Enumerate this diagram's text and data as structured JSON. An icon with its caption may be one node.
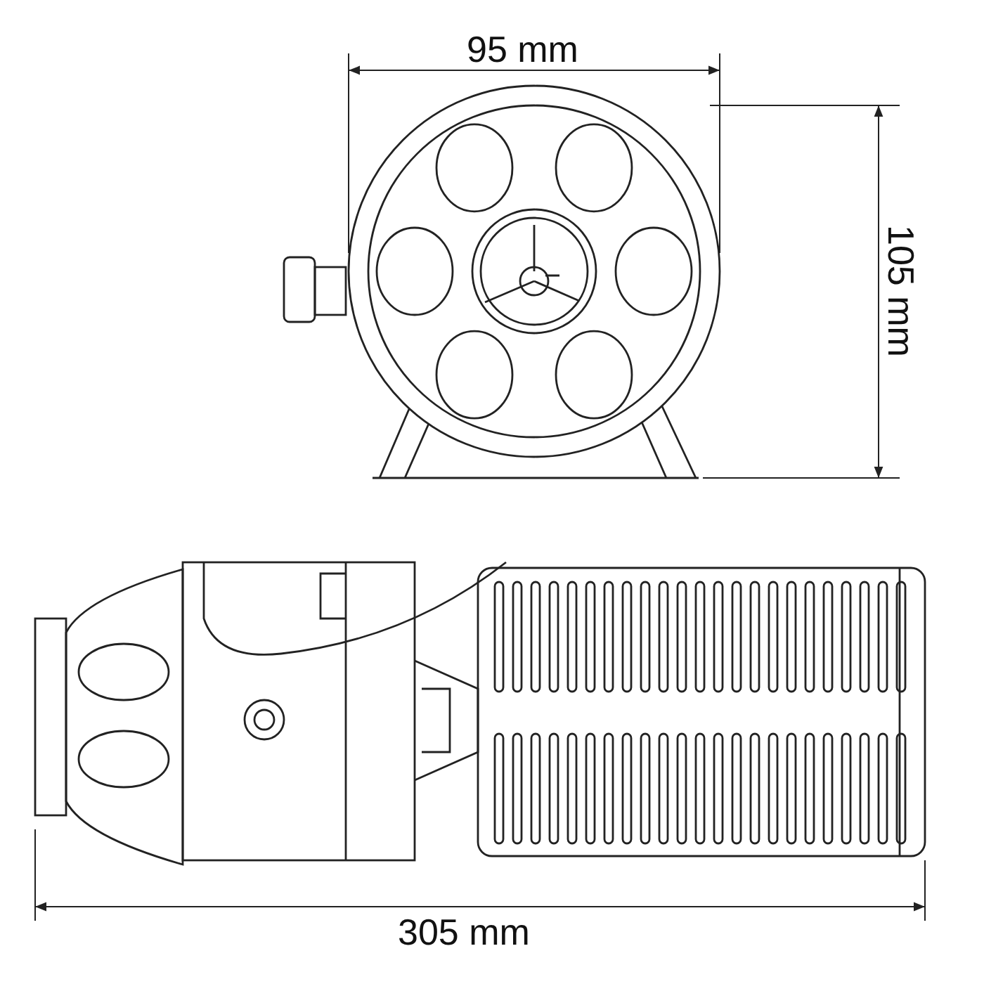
{
  "diagram": {
    "labels": [
      "95 mm",
      "105 mm",
      "305 mm"
    ]
  }
}
